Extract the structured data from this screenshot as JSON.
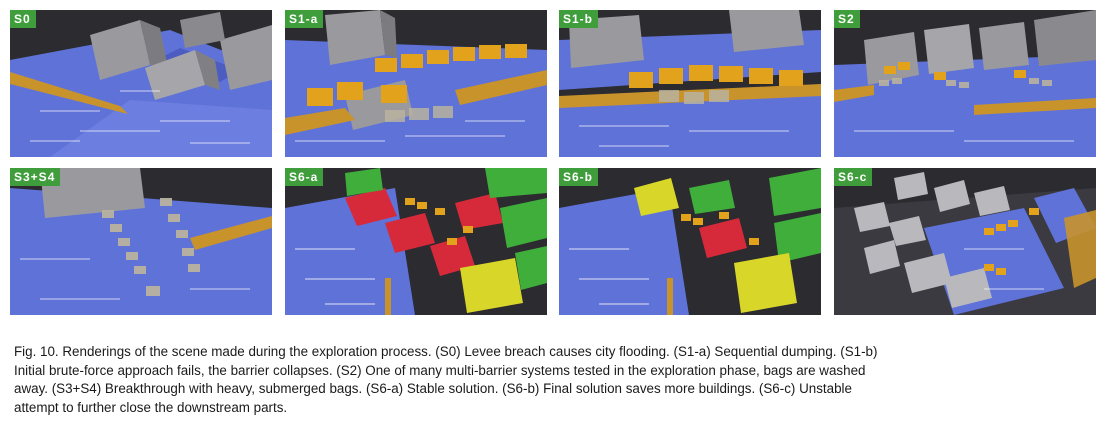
{
  "figure": {
    "panels": [
      {
        "id": "s0",
        "label": "S0",
        "scene": "breach"
      },
      {
        "id": "s1a",
        "label": "S1-a",
        "scene": "dumping"
      },
      {
        "id": "s1b",
        "label": "S1-b",
        "scene": "collapse"
      },
      {
        "id": "s2",
        "label": "S2",
        "scene": "multi"
      },
      {
        "id": "s3s4",
        "label": "S3+S4",
        "scene": "breakthrough"
      },
      {
        "id": "s6a",
        "label": "S6-a",
        "scene": "stable"
      },
      {
        "id": "s6b",
        "label": "S6-b",
        "scene": "final"
      },
      {
        "id": "s6c",
        "label": "S6-c",
        "scene": "unstable"
      }
    ],
    "caption_lines": [
      "Fig. 10. Renderings of the scene made during the exploration process. (S0) Levee breach causes city flooding. (S1-a) Sequential dumping. (S1-b)",
      "Initial brute-force approach fails, the barrier collapses. (S2) One of many multi-barrier systems tested in the exploration phase, bags are washed",
      "away. (S3+S4) Breakthrough with heavy, submerged bags. (S6-a) Stable solution. (S6-b) Final solution saves more buildings. (S6-c) Unstable",
      "attempt to further close the downstream parts."
    ]
  },
  "colors": {
    "water": "#5f72d8",
    "water_dark": "#3f4fb0",
    "ground": "#3a3a40",
    "building": "#9a9a9e",
    "levee": "#c9932c",
    "sandbag": "#e3a21c",
    "bag_submerged": "#b9b3a0",
    "saved": "#3fae3a",
    "flooded": "#d62a3a",
    "threatened": "#d9d62a",
    "tag": "#3f9e3b"
  }
}
